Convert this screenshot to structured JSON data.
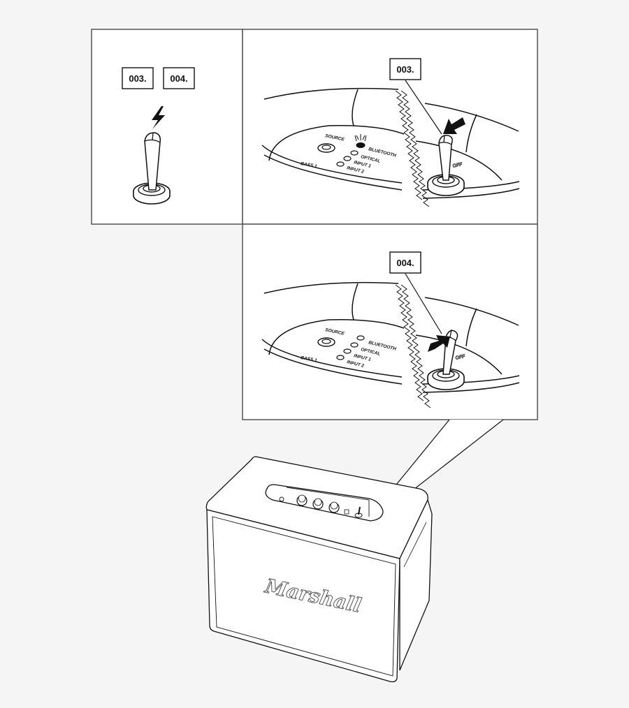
{
  "diagram": {
    "type": "instruction-illustration",
    "subject": "Speaker power toggle switch",
    "colors": {
      "background": "#f5f5f5",
      "panel": "#ffffff",
      "stroke": "#111111",
      "frame": "#555555"
    },
    "legend_panel": {
      "step_labels": [
        "003.",
        "004."
      ],
      "icon": "lightning-bolt-icon",
      "switch_icon": "toggle-switch-icon"
    },
    "step_panels": [
      {
        "step": "003.",
        "action": "push switch down (arrow pressing toggle)",
        "source_labels": [
          "SOURCE",
          "BLUETOOTH",
          "OPTICAL",
          "INPUT 1",
          "INPUT 2"
        ],
        "side_label": "BASS 1",
        "switch_label": "OFF",
        "bluetooth_led": "on"
      },
      {
        "step": "004.",
        "action": "push switch up (arrow lifting toggle)",
        "source_labels": [
          "SOURCE",
          "BLUETOOTH",
          "OPTICAL",
          "INPUT 1",
          "INPUT 2"
        ],
        "side_label": "BASS 1",
        "switch_label": "OFF",
        "bluetooth_led": "off"
      }
    ],
    "speaker": {
      "brand_logo": "Marshall",
      "knobs": 3
    }
  }
}
